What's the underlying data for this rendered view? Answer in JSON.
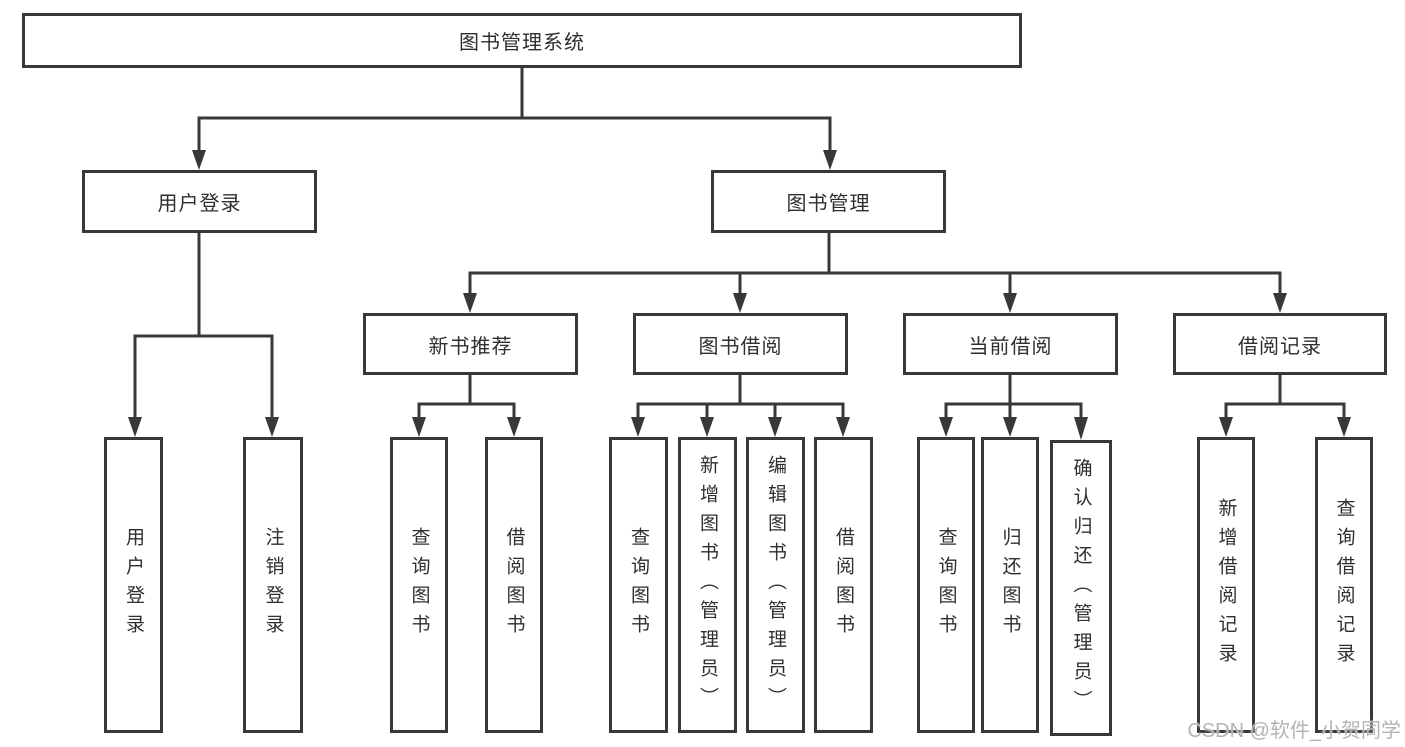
{
  "diagram": {
    "title": "图书管理系统",
    "level2": [
      {
        "label": "用户登录"
      },
      {
        "label": "图书管理"
      }
    ],
    "level3": [
      {
        "label": "新书推荐"
      },
      {
        "label": "图书借阅"
      },
      {
        "label": "当前借阅"
      },
      {
        "label": "借阅记录"
      }
    ],
    "leaves": [
      {
        "label": "用户登录"
      },
      {
        "label": "注销登录"
      },
      {
        "label": "查询图书"
      },
      {
        "label": "借阅图书"
      },
      {
        "label": "查询图书"
      },
      {
        "label": "新增图书（管理员）"
      },
      {
        "label": "编辑图书（管理员）"
      },
      {
        "label": "借阅图书"
      },
      {
        "label": "查询图书"
      },
      {
        "label": "归还图书"
      },
      {
        "label": "确认归还（管理员）"
      },
      {
        "label": "新增借阅记录"
      },
      {
        "label": "查询借阅记录"
      }
    ],
    "watermark": "CSDN @软件_小贺同学",
    "colors": {
      "line": "#383838",
      "text": "#2f2f2f",
      "watermark": "#b3b3b8",
      "background": "#ffffff"
    }
  }
}
